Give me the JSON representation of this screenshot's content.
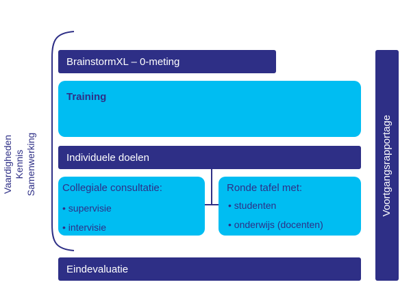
{
  "left_labels": [
    "Vaardigheden",
    "Kennis",
    "Samenwerking"
  ],
  "boxes": {
    "baseline": "BrainstormXL – 0-meting",
    "training": "Training",
    "goals": "Individuele doelen",
    "evaluation": "Eindevaluatie",
    "progress_report": "Voortgangsrapportage"
  },
  "collegial": {
    "title": "Collegiale consultatie:",
    "items": [
      "• supervisie",
      "• intervisie"
    ]
  },
  "roundtable": {
    "title": "Ronde tafel met:",
    "items": [
      "• studenten",
      "• onderwijs (docenten)"
    ]
  },
  "colors": {
    "dark_blue": "#2e2f86",
    "cyan": "#00bdf2"
  }
}
